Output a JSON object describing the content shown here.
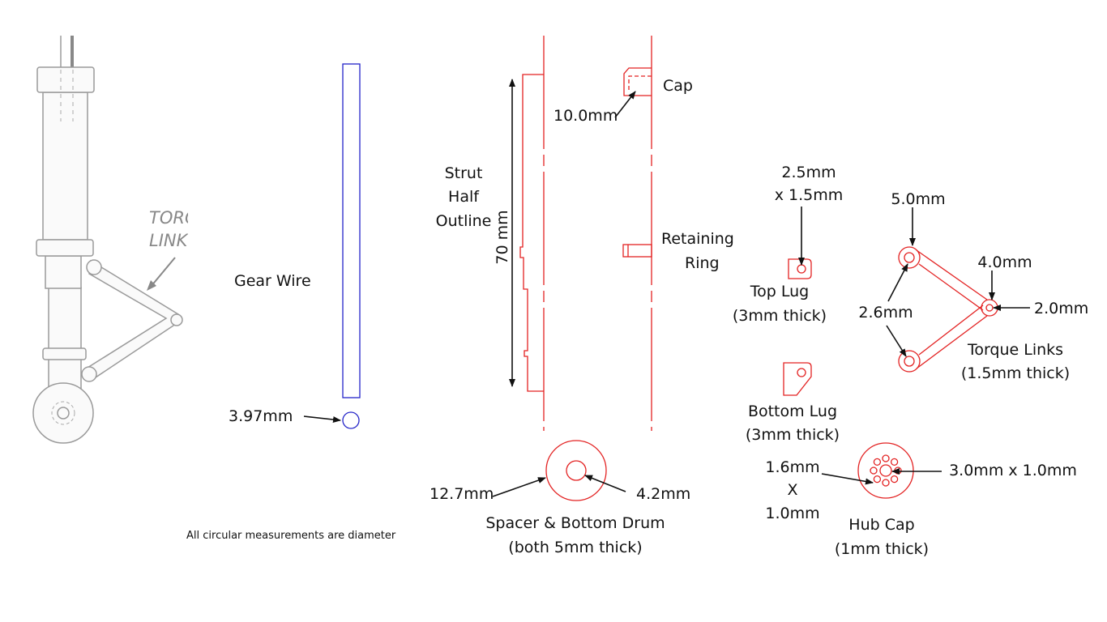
{
  "reference_sketch": {
    "label_line1": "TORQ",
    "label_line2": "LINK"
  },
  "gear_wire": {
    "label": "Gear Wire",
    "diameter": "3.97mm"
  },
  "strut": {
    "label_line1": "Strut",
    "label_line2": "Half",
    "label_line3": "Outline",
    "length": "70 mm",
    "cap_label": "Cap",
    "cap_dim": "10.0mm",
    "ring_line1": "Retaining",
    "ring_line2": "Ring"
  },
  "spacer": {
    "outer": "12.7mm",
    "inner": "4.2mm",
    "label_line1": "Spacer & Bottom Drum",
    "label_line2": "(both 5mm thick)"
  },
  "note": "All circular measurements are diameter",
  "top_lug": {
    "dim_line1": "2.5mm",
    "dim_line2": "x 1.5mm",
    "label_line1": "Top Lug",
    "label_line2": "(3mm thick)"
  },
  "bottom_lug": {
    "label_line1": "Bottom Lug",
    "label_line2": "(3mm thick)"
  },
  "torque_links": {
    "dim_outer": "5.0mm",
    "dim_apex": "4.0mm",
    "dim_apex_hole": "2.0mm",
    "dim_holes": "2.6mm",
    "label_line1": "Torque Links",
    "label_line2": "(1.5mm thick)"
  },
  "hub_cap": {
    "hole_dim_line1": "1.6mm",
    "hole_dim_line2": "X",
    "hole_dim_line3": "1.0mm",
    "center_dim": "3.0mm x 1.0mm",
    "label_line1": "Hub Cap",
    "label_line2": "(1mm thick)"
  },
  "colors": {
    "part_outline": "#e32222",
    "wire": "#2424c8",
    "dimension": "#111111"
  }
}
